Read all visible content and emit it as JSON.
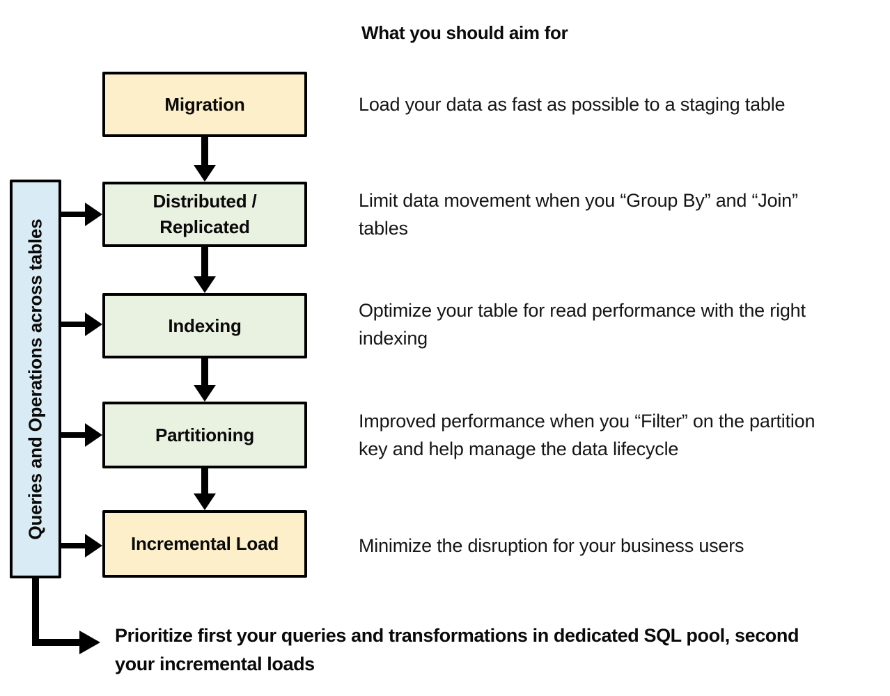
{
  "title": "What you should aim for",
  "sidebar": {
    "label": "Queries and Operations across tables"
  },
  "flow": {
    "steps": [
      {
        "label": "Migration",
        "style": "milestone",
        "description": "Load your data as fast as possible to a staging table"
      },
      {
        "label": "Distributed / Replicated",
        "style": "design",
        "description": "Limit data movement when you “Group By” and “Join” tables"
      },
      {
        "label": "Indexing",
        "style": "design",
        "description": "Optimize your table for read performance with the right indexing"
      },
      {
        "label": "Partitioning",
        "style": "design",
        "description": "Improved performance when you “Filter” on the partition key and help manage the data lifecycle"
      },
      {
        "label": "Incremental Load",
        "style": "milestone",
        "description": "Minimize the disruption for your business users"
      }
    ]
  },
  "footer": {
    "note": "Prioritize first your queries and transformations in dedicated SQL pool, second your incremental loads"
  },
  "colors": {
    "milestone_fill": "#FCEFC9",
    "design_fill": "#E9F1E0",
    "sidebar_fill": "#D9EBF4",
    "line": "#000000"
  }
}
